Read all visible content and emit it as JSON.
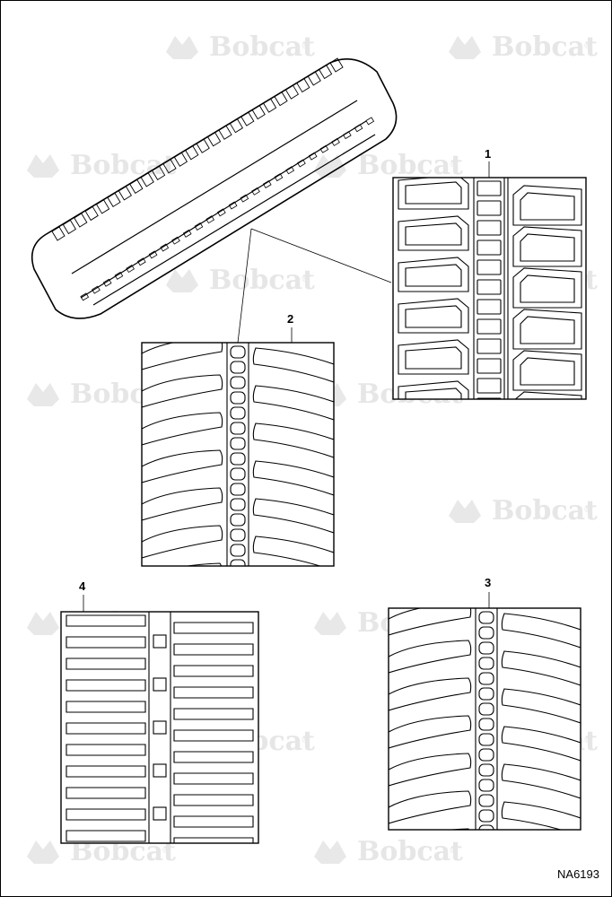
{
  "callouts": [
    "1",
    "2",
    "3",
    "4"
  ],
  "figure_id": "NA6193",
  "watermark": {
    "brand": "Bobcat",
    "mark": "®"
  }
}
